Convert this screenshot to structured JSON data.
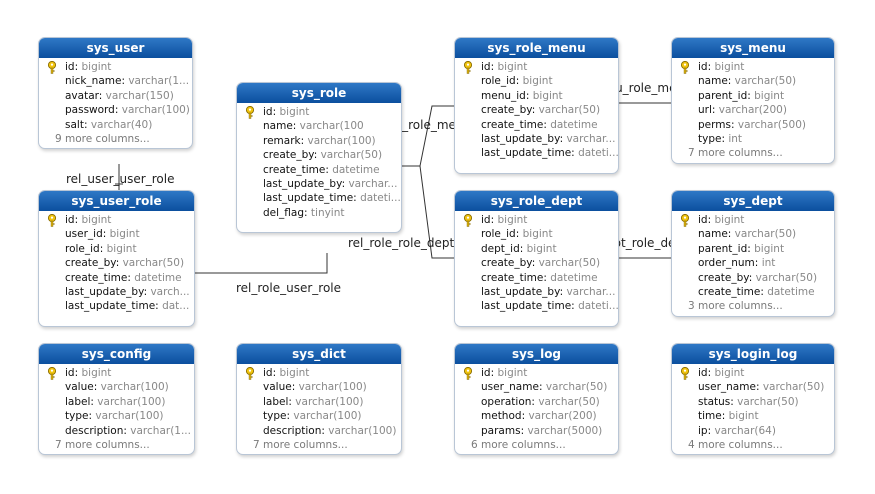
{
  "tables": [
    {
      "id": "sys_user",
      "name": "sys_user",
      "columns": [
        {
          "name": "id",
          "type": "bigint",
          "key": true
        },
        {
          "name": "nick_name",
          "type": "varchar(1...",
          "key": false
        },
        {
          "name": "avatar",
          "type": "varchar(150)",
          "key": false
        },
        {
          "name": "password",
          "type": "varchar(100)",
          "key": false
        },
        {
          "name": "salt",
          "type": "varchar(40)",
          "key": false
        }
      ],
      "more": "9 more columns..."
    },
    {
      "id": "sys_role",
      "name": "sys_role",
      "columns": [
        {
          "name": "id",
          "type": "bigint",
          "key": true
        },
        {
          "name": "name",
          "type": "varchar(100",
          "key": false
        },
        {
          "name": "remark",
          "type": "varchar(100)",
          "key": false
        },
        {
          "name": "create_by",
          "type": "varchar(50)",
          "key": false
        },
        {
          "name": "create_time",
          "type": "datetime",
          "key": false
        },
        {
          "name": "last_update_by",
          "type": "varchar...",
          "key": false
        },
        {
          "name": "last_update_time",
          "type": "dateti...",
          "key": false
        },
        {
          "name": "del_flag",
          "type": "tinyint",
          "key": false
        }
      ],
      "more": ""
    },
    {
      "id": "sys_role_menu",
      "name": "sys_role_menu",
      "columns": [
        {
          "name": "id",
          "type": "bigint",
          "key": true
        },
        {
          "name": "role_id",
          "type": "bigint",
          "key": false
        },
        {
          "name": "menu_id",
          "type": "bigint",
          "key": false
        },
        {
          "name": "create_by",
          "type": "varchar(50)",
          "key": false
        },
        {
          "name": "create_time",
          "type": "datetime",
          "key": false
        },
        {
          "name": "last_update_by",
          "type": "varchar...",
          "key": false
        },
        {
          "name": "last_update_time",
          "type": "dateti...",
          "key": false
        }
      ],
      "more": ""
    },
    {
      "id": "sys_menu",
      "name": "sys_menu",
      "columns": [
        {
          "name": "id",
          "type": "bigint",
          "key": true
        },
        {
          "name": "name",
          "type": "varchar(50)",
          "key": false
        },
        {
          "name": "parent_id",
          "type": "bigint",
          "key": false
        },
        {
          "name": "url",
          "type": "varchar(200)",
          "key": false
        },
        {
          "name": "perms",
          "type": "varchar(500)",
          "key": false
        },
        {
          "name": "type",
          "type": "int",
          "key": false
        }
      ],
      "more": "7 more columns..."
    },
    {
      "id": "sys_user_role",
      "name": "sys_user_role",
      "columns": [
        {
          "name": "id",
          "type": "bigint",
          "key": true
        },
        {
          "name": "user_id",
          "type": "bigint",
          "key": false
        },
        {
          "name": "role_id",
          "type": "bigint",
          "key": false
        },
        {
          "name": "create_by",
          "type": "varchar(50)",
          "key": false
        },
        {
          "name": "create_time",
          "type": "datetime",
          "key": false
        },
        {
          "name": "last_update_by",
          "type": "varch...",
          "key": false
        },
        {
          "name": "last_update_time",
          "type": "dat...",
          "key": false
        }
      ],
      "more": ""
    },
    {
      "id": "sys_role_dept",
      "name": "sys_role_dept",
      "columns": [
        {
          "name": "id",
          "type": "bigint",
          "key": true
        },
        {
          "name": "role_id",
          "type": "bigint",
          "key": false
        },
        {
          "name": "dept_id",
          "type": "bigint",
          "key": false
        },
        {
          "name": "create_by",
          "type": "varchar(50)",
          "key": false
        },
        {
          "name": "create_time",
          "type": "datetime",
          "key": false
        },
        {
          "name": "last_update_by",
          "type": "varchar...",
          "key": false
        },
        {
          "name": "last_update_time",
          "type": "dateti...",
          "key": false
        }
      ],
      "more": ""
    },
    {
      "id": "sys_dept",
      "name": "sys_dept",
      "columns": [
        {
          "name": "id",
          "type": "bigint",
          "key": true
        },
        {
          "name": "name",
          "type": "varchar(50)",
          "key": false
        },
        {
          "name": "parent_id",
          "type": "bigint",
          "key": false
        },
        {
          "name": "order_num",
          "type": "int",
          "key": false
        },
        {
          "name": "create_by",
          "type": "varchar(50)",
          "key": false
        },
        {
          "name": "create_time",
          "type": "datetime",
          "key": false
        }
      ],
      "more": "3 more columns..."
    },
    {
      "id": "sys_config",
      "name": "sys_config",
      "columns": [
        {
          "name": "id",
          "type": "bigint",
          "key": true
        },
        {
          "name": "value",
          "type": "varchar(100)",
          "key": false
        },
        {
          "name": "label",
          "type": "varchar(100)",
          "key": false
        },
        {
          "name": "type",
          "type": "varchar(100)",
          "key": false
        },
        {
          "name": "description",
          "type": "varchar(1...",
          "key": false
        }
      ],
      "more": "7 more columns..."
    },
    {
      "id": "sys_dict",
      "name": "sys_dict",
      "columns": [
        {
          "name": "id",
          "type": "bigint",
          "key": true
        },
        {
          "name": "value",
          "type": "varchar(100)",
          "key": false
        },
        {
          "name": "label",
          "type": "varchar(100)",
          "key": false
        },
        {
          "name": "type",
          "type": "varchar(100)",
          "key": false
        },
        {
          "name": "description",
          "type": "varchar(100)",
          "key": false
        }
      ],
      "more": "7 more columns..."
    },
    {
      "id": "sys_log",
      "name": "sys_log",
      "columns": [
        {
          "name": "id",
          "type": "bigint",
          "key": true
        },
        {
          "name": "user_name",
          "type": "varchar(50)",
          "key": false
        },
        {
          "name": "operation",
          "type": "varchar(50)",
          "key": false
        },
        {
          "name": "method",
          "type": "varchar(200)",
          "key": false
        },
        {
          "name": "params",
          "type": "varchar(5000)",
          "key": false
        }
      ],
      "more": "6 more columns..."
    },
    {
      "id": "sys_login_log",
      "name": "sys_login_log",
      "columns": [
        {
          "name": "id",
          "type": "bigint",
          "key": true
        },
        {
          "name": "user_name",
          "type": "varchar(50)",
          "key": false
        },
        {
          "name": "status",
          "type": "varchar(50)",
          "key": false
        },
        {
          "name": "time",
          "type": "bigint",
          "key": false
        },
        {
          "name": "ip",
          "type": "varchar(64)",
          "key": false
        }
      ],
      "more": "4 more columns..."
    }
  ],
  "relations": [
    {
      "id": "rel_user_user_role",
      "label": "rel_user_user_role"
    },
    {
      "id": "rel_role_user_role",
      "label": "rel_role_user_role"
    },
    {
      "id": "rel_role_role_menu",
      "label": "rel_role_role_menu"
    },
    {
      "id": "rel_menu_role_menu",
      "label": "rel_menu_role_menu"
    },
    {
      "id": "rel_role_role_dept",
      "label": "rel_role_role_dept"
    },
    {
      "id": "rel_dept_role_dept",
      "label": "rel_dept_role_dept"
    }
  ],
  "colors": {
    "header": "#1060b0",
    "line": "#333333",
    "type": "#888888",
    "key": "#e8c000"
  },
  "icons": {
    "primary_key": "key-icon"
  }
}
